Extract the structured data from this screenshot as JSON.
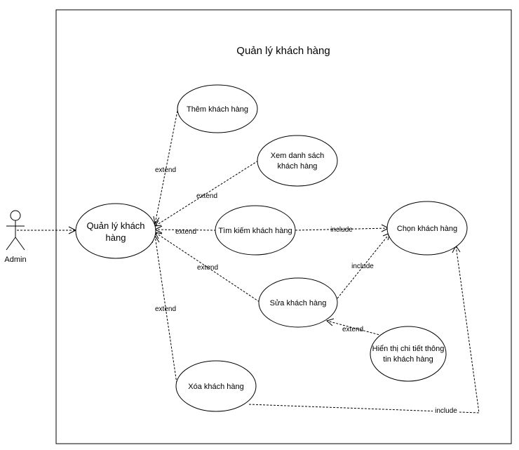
{
  "system": {
    "title": "Quản lý khách hàng"
  },
  "actor": {
    "name": "Admin"
  },
  "use_cases": {
    "main": [
      "Quản lý khách",
      "hàng"
    ],
    "them": [
      "Thêm khách hàng"
    ],
    "xem": [
      "Xem danh sách",
      "khách hàng"
    ],
    "timkiem": [
      "Tìm kiếm khách hàng"
    ],
    "chon": [
      "Chọn khách hàng"
    ],
    "sua": [
      "Sửa khách hàng"
    ],
    "hienthi": [
      "Hiển thị chi tiết thông",
      "tin khách hàng"
    ],
    "xoa": [
      "Xóa khách hàng"
    ]
  },
  "relationships": {
    "extend_them": "extend",
    "extend_xem": "extend",
    "extend_timkiem": "extend",
    "extend_sua": "extend",
    "extend_xoa": "extend",
    "extend_hienthi": "extend",
    "include_timkiem_chon": "include",
    "include_sua_chon": "include",
    "include_xoa_chon": "include"
  }
}
